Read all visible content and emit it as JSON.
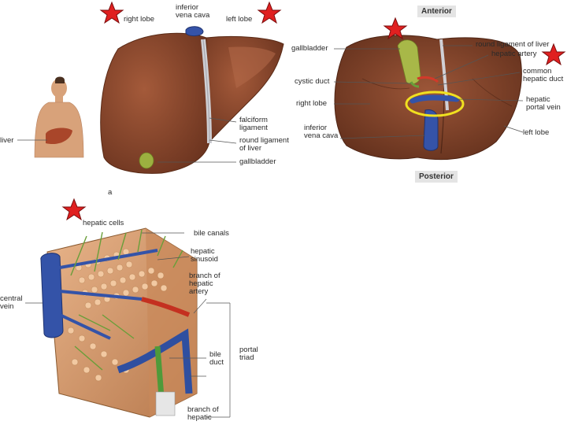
{
  "panel_a": {
    "labels": {
      "right_lobe": "right lobe",
      "inferior_vena_cava": "inferior\nvena cava",
      "left_lobe": "left lobe",
      "falciform_ligament": "falciform\nligament",
      "round_ligament": "round ligament\nof liver",
      "gallbladder": "gallbladder",
      "liver": "liver"
    },
    "caption": "a"
  },
  "panel_b": {
    "anterior": "Anterior",
    "posterior": "Posterior",
    "labels": {
      "gallbladder": "gallbladder",
      "cystic_duct": "cystic duct",
      "right_lobe": "right lobe",
      "inferior_vena_cava": "inferior\nvena cava",
      "round_ligament": "round ligament of liver",
      "hepatic_artery": "hepatic artery",
      "common_hepatic_duct": "common\nhepatic duct",
      "hepatic_portal_vein": "hepatic\nportal vein",
      "left_lobe": "left lobe"
    }
  },
  "panel_c": {
    "labels": {
      "hepatic_cells": "hepatic cells",
      "bile_canals": "bile canals",
      "hepatic_sinusoid": "hepatic\nsinusoid",
      "branch_hepatic_artery": "branch of\nhepatic\nartery",
      "central_vein": "central\nvein",
      "bile_duct": "bile\nduct",
      "portal_triad": "portal\ntriad",
      "branch_of_hepatic": "branch of\nhepatic"
    }
  },
  "colors": {
    "star": "#e02020",
    "highlight": "#f0e020",
    "liver": "#8c4a2f",
    "vein": "#2f4fa0",
    "bile": "#6a9e3a"
  }
}
